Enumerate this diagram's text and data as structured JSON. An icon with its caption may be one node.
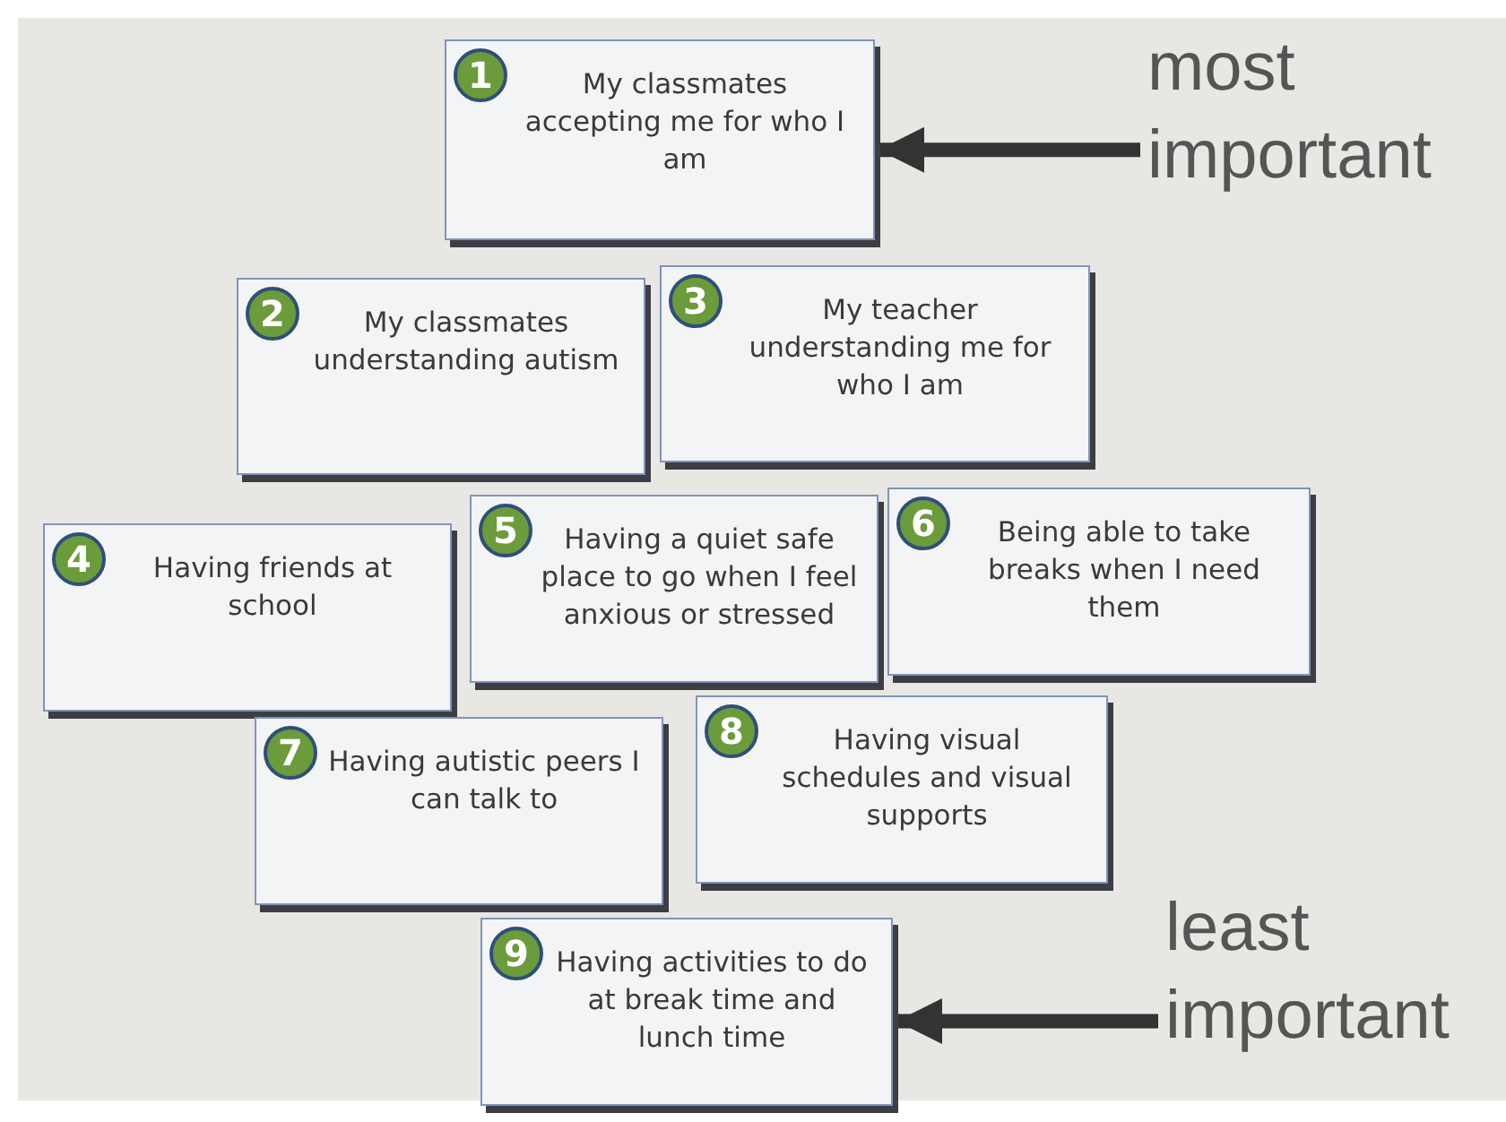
{
  "diagram": {
    "nodes": [
      {
        "text": [
          "1",
          "My classmates accepting me for who I am"
        ]
      },
      {
        "text": [
          "2",
          "My classmates understanding autism"
        ]
      },
      {
        "text": [
          "3",
          "My teacher understanding me for who I am"
        ]
      },
      {
        "text": [
          "4",
          "Having friends at school"
        ]
      },
      {
        "text": [
          "5",
          "Having a quiet safe place to go when I feel anxious or stressed"
        ]
      },
      {
        "text": [
          "6",
          "Being able to take breaks when I need them"
        ]
      },
      {
        "text": [
          "7",
          "Having autistic peers I can talk to"
        ]
      },
      {
        "text": [
          "8",
          "Having visual schedules and visual supports"
        ]
      },
      {
        "text": [
          "9",
          "Having activities to do at break time and lunch time"
        ]
      },
      {
        "text": [
          "most important"
        ]
      },
      {
        "text": [
          "least important"
        ]
      }
    ],
    "edges": [
      {
        "from": 9,
        "to": 0,
        "arrow": "to"
      },
      {
        "from": 10,
        "to": 8,
        "arrow": "to"
      }
    ]
  }
}
